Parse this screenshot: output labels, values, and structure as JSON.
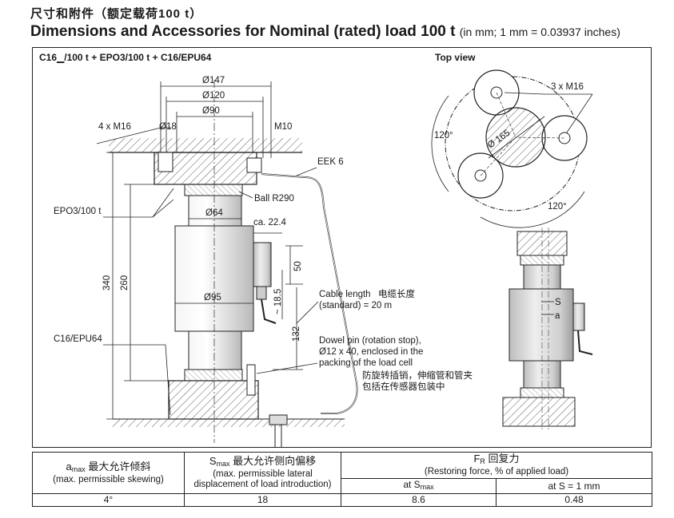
{
  "header": {
    "title_cn": "尺寸和附件（额定载荷100 t）",
    "title_en": "Dimensions and Accessories for Nominal (rated) load 100 t",
    "units_note": "(in mm; 1 mm = 0.03937 inches)"
  },
  "drawing": {
    "side_view_title": "C16▁/100 t + EPO3/100 t + C16/EPU64",
    "top_view_title": "Top view",
    "dim_147": "Ø147",
    "dim_120": "Ø120",
    "dim_90": "Ø90",
    "dim_18": "Ø18",
    "dim_4xm16": "4 x M16",
    "dim_m10": "M10",
    "dim_eek": "EEK 6",
    "dim_ball": "Ball R290",
    "dim_64": "Ø64",
    "dim_22_4": "ca. 22.4",
    "dim_50": "50",
    "dim_18_5": "~ 18.5",
    "dim_95": "Ø95",
    "dim_132": "132",
    "dim_340": "340",
    "dim_260": "260",
    "label_epo3": "EPO3/100 t",
    "label_epu64": "C16/EPU64",
    "cable_en1": "Cable length",
    "cable_cn": "电缆长度",
    "cable_en2": "(standard) = 20 m",
    "dowel_1": "Dowel pin (rotation stop),",
    "dowel_2": "Ø12 x 40, enclosed in the",
    "dowel_3": "packing of the load cell",
    "dowel_cn1": "防旋转插销，伸缩管和管夹",
    "dowel_cn2": "包括在传感器包装中",
    "top_3xm16": "3 x M16",
    "top_120a": "120°",
    "top_120b": "120°",
    "top_165": "Ø 165",
    "detail_s": "S",
    "detail_a": "a"
  },
  "table": {
    "col1_main": "a",
    "col1_sub": "max",
    "col1_cn": "最大允许倾斜",
    "col1_en": "(max. permissible skewing)",
    "col2_main": "S",
    "col2_sub": "max",
    "col2_cn": "最大允许侧向偏移",
    "col2_en1": "(max. permissible lateral",
    "col2_en2": "displacement of load introduction)",
    "col3_main": "F",
    "col3_sub": "R",
    "col3_cn": "回复力",
    "col3_en": "(Restoring force, % of applied load)",
    "col3a_label": "at S",
    "col3a_sub": "max",
    "col3b_label": "at S = 1 mm",
    "values": [
      "4°",
      "18",
      "8.6",
      "0.48"
    ]
  }
}
